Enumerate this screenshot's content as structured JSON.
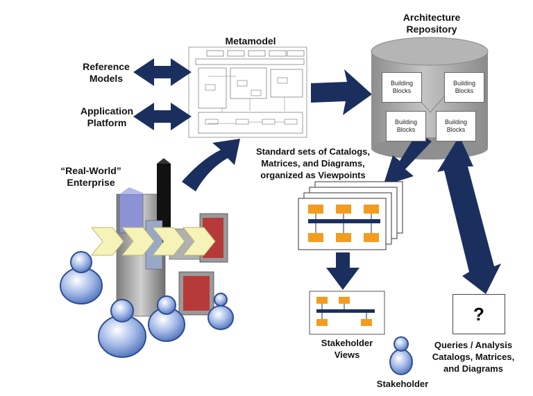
{
  "labels": {
    "metamodel": "Metamodel",
    "architecture_repository": "Architecture\nRepository",
    "reference_models": "Reference\nModels",
    "application_platform": "Application\nPlatform",
    "real_world_enterprise": "“Real-World”\nEnterprise",
    "standard_sets": "Standard sets of Catalogs,\nMatrices, and Diagrams,\norganized as Viewpoints",
    "stakeholder_views": "Stakeholder\nViews",
    "stakeholder": "Stakeholder",
    "queries": "Queries / Analysis\nCatalogs, Matrices,\nand Diagrams",
    "question_mark": "?"
  },
  "building_blocks": [
    "Building\nBlocks",
    "Building\nBlocks",
    "Building\nBlocks",
    "Building\nBlocks"
  ],
  "colors": {
    "arrow_navy": "#1b2f5e",
    "cylinder_gray": "#a9a9a9",
    "chevron_yellow": "#f6f3b8",
    "box_orange": "#f39c1e",
    "person_blue": "#7b9ad6"
  }
}
